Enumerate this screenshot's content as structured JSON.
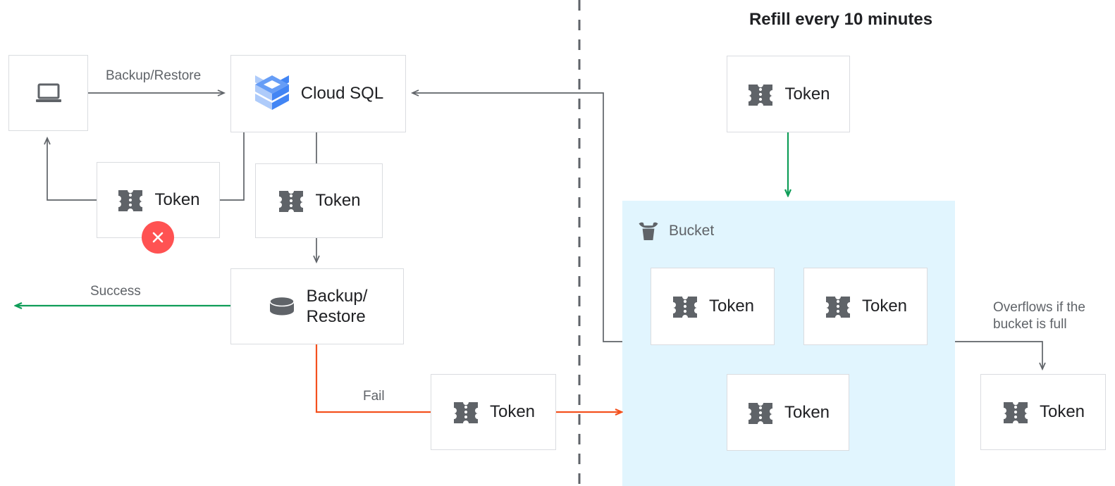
{
  "title": "Refill every 10 minutes",
  "colors": {
    "box_border": "#dadce0",
    "text_dark": "#202124",
    "text_muted": "#5f6368",
    "connector_gray": "#5f6368",
    "success_green": "#0f9d58",
    "fail_red": "#f4511e",
    "error_red": "#ff5252",
    "bucket_fill": "#e1f5fe",
    "cloudsql_blue": "#4285f4"
  },
  "nodes": {
    "client": {
      "label": "",
      "icon": "laptop-icon"
    },
    "cloud_sql": {
      "label": "Cloud SQL",
      "icon": "cloud-sql-icon"
    },
    "token_failed": {
      "label": "Token",
      "icon": "token-icon",
      "badge": "error-x-icon"
    },
    "token_used": {
      "label": "Token",
      "icon": "token-icon"
    },
    "backup_restore": {
      "label": "Backup/\nRestore",
      "icon": "database-icon"
    },
    "token_fail_return": {
      "label": "Token",
      "icon": "token-icon"
    },
    "token_refill": {
      "label": "Token",
      "icon": "token-icon"
    },
    "token_bucket_1": {
      "label": "Token",
      "icon": "token-icon"
    },
    "token_bucket_2": {
      "label": "Token",
      "icon": "token-icon"
    },
    "token_bucket_3": {
      "label": "Token",
      "icon": "token-icon"
    },
    "token_overflow": {
      "label": "Token",
      "icon": "token-icon"
    }
  },
  "bucket": {
    "label": "Bucket",
    "icon": "bucket-icon"
  },
  "edge_labels": {
    "backup_restore": "Backup/Restore",
    "success": "Success",
    "fail": "Fail",
    "overflow": "Overflows if the\nbucket is full"
  }
}
